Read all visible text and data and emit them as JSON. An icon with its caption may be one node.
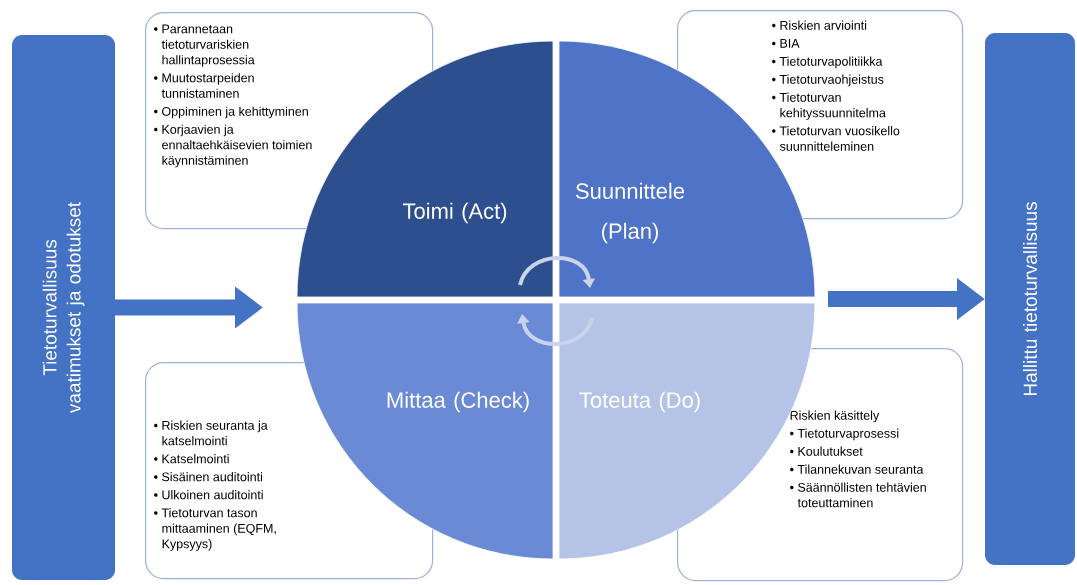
{
  "diagram": {
    "nodes": [
      {
        "text": [
          "Tietoturvallisuus vaatimukset ja odotukset"
        ]
      },
      {
        "text": [
          "• Parannetaan tietoturvariskien hallintaprosessia",
          "• Muutostarpeiden tunnistaminen",
          "• Oppiminen ja kehittyminen",
          "• Korjaavien ja ennaltaehkäisevien toimien käynnistäminen"
        ]
      },
      {
        "text": [
          "Toimi (Act)"
        ]
      },
      {
        "text": [
          "Suunnittele (Plan)"
        ]
      },
      {
        "text": [
          "• Riskien arviointi",
          "• BIA",
          "• Tietoturvapolitiikka",
          "• Tietoturvaohjeistus",
          "• Tietoturvan kehityssuunnitelma",
          "• Tietoturvan vuosikello suunnitteleminen"
        ]
      },
      {
        "text": [
          "Mittaa (Check)"
        ]
      },
      {
        "text": [
          "Toteuta (Do)"
        ]
      },
      {
        "text": [
          "• Riskien seuranta ja katselmointi",
          "• Katselmointi",
          "• Sisäinen auditointi",
          "• Ulkoinen auditointi",
          "• Tietoturvan tason mittaaminen (EQFM, Kypsyys)"
        ]
      },
      {
        "text": [
          "Riskien käsittely",
          "• Tietoturvaprosessi",
          "• Koulutukset",
          "• Tilannekuvan seuranta",
          "• Säännöllisten tehtävien toteuttaminen"
        ]
      },
      {
        "text": [
          "Hallittu tietoturvallisuus"
        ]
      }
    ],
    "edges": [
      {
        "from": 0,
        "to": null,
        "arrow": "to",
        "style": "thick"
      },
      {
        "from": null,
        "to": 9,
        "arrow": "to",
        "style": "thick"
      },
      {
        "from": 2,
        "to": 3,
        "arrow": "to",
        "color": "#c9d3ea"
      },
      {
        "from": 6,
        "to": 5,
        "arrow": "to",
        "color": "#c9d3ea"
      }
    ]
  }
}
